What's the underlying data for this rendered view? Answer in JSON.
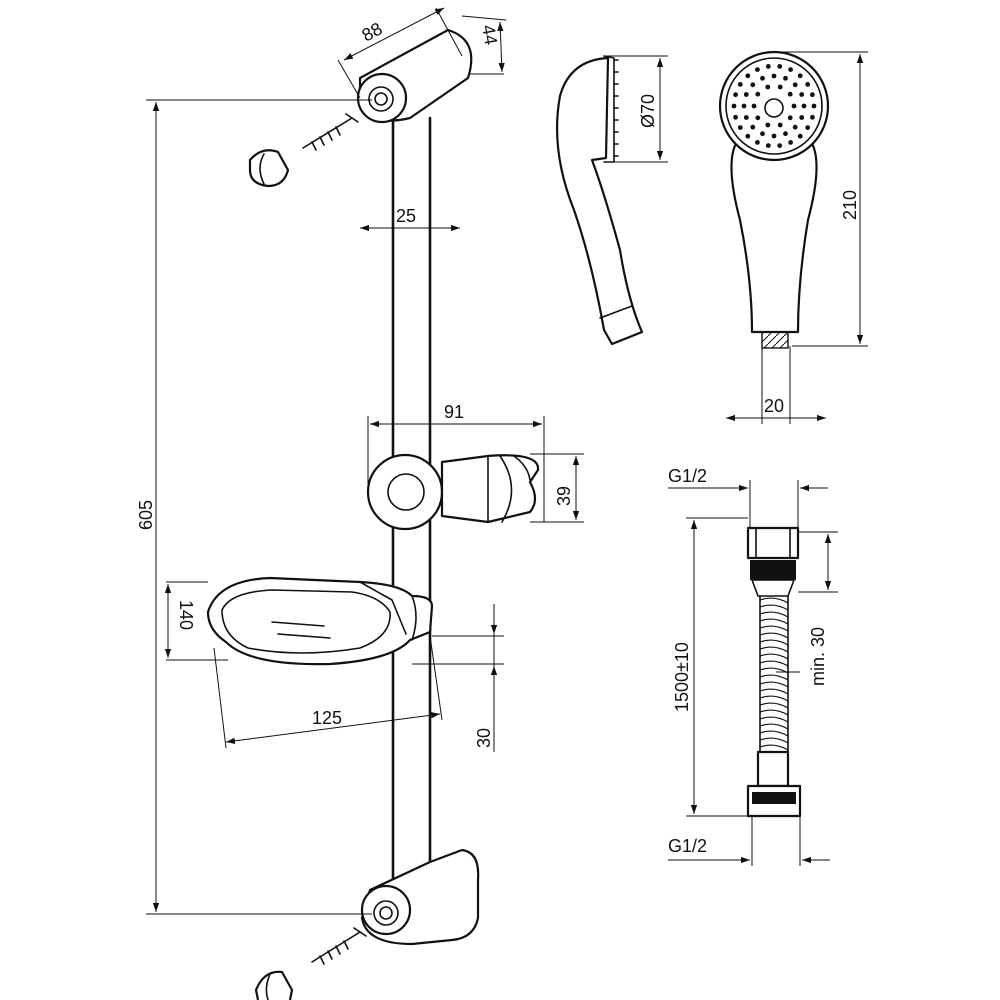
{
  "diagram": {
    "dimensions": {
      "bracket_length": "88",
      "bracket_depth": "44",
      "rail_diameter": "25",
      "handshower_head_diameter": "Ø70",
      "handshower_length": "210",
      "handshower_neck_width": "20",
      "holder_width": "91",
      "holder_height": "39",
      "total_height": "605",
      "soap_dish_depth": "140",
      "soap_dish_width": "125",
      "soap_dish_offset": "30",
      "hose_thread_top": "G1/2",
      "hose_length": "1500±10",
      "hose_min_engagement": "min. 30",
      "hose_thread_bottom": "G1/2"
    }
  }
}
